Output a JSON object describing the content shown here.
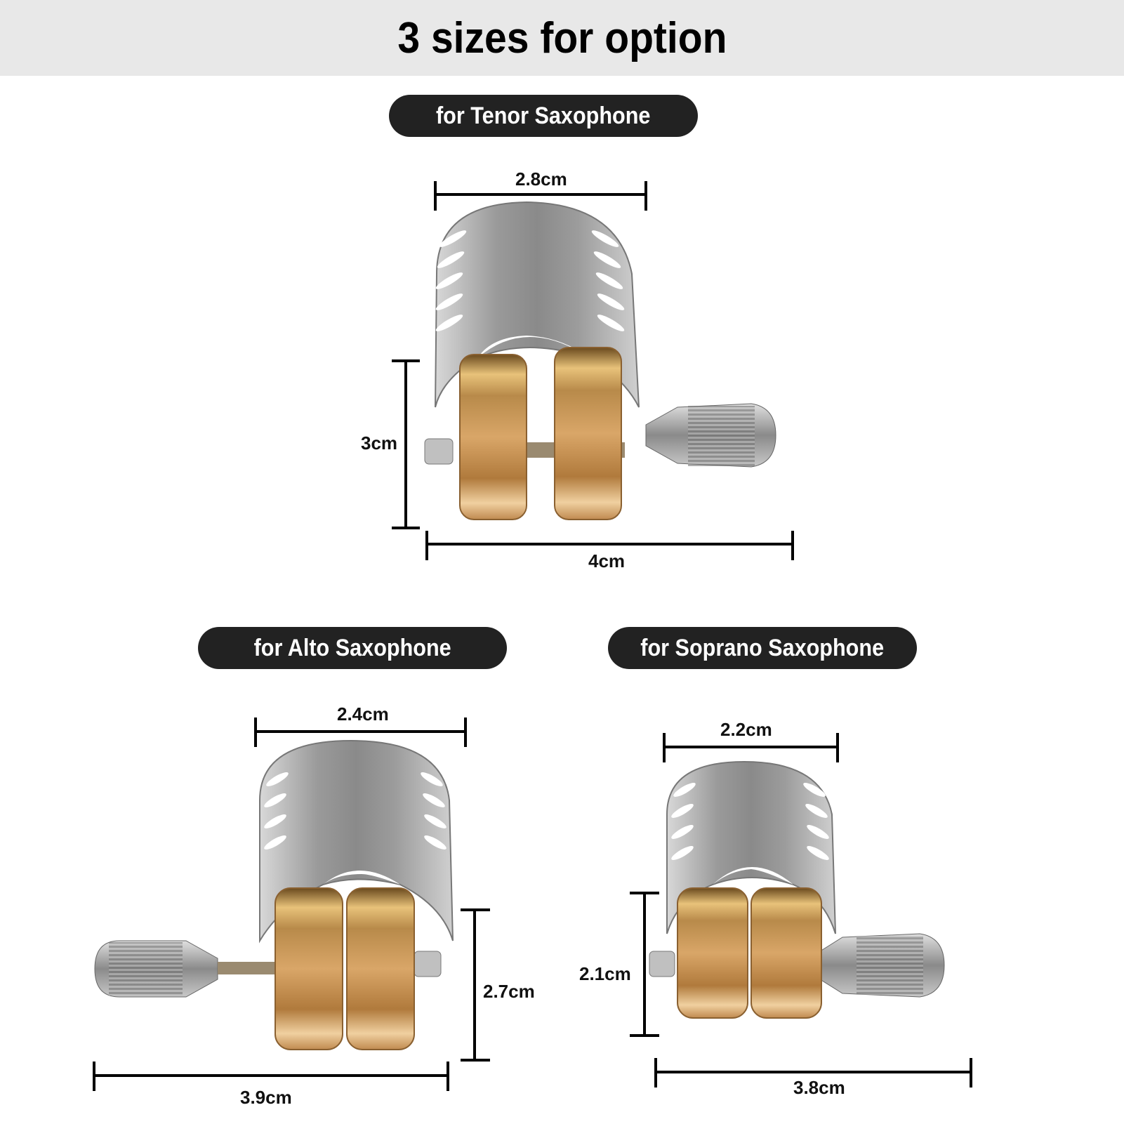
{
  "header": {
    "title": "3 sizes for option"
  },
  "products": [
    {
      "label": "for Tenor Saxophone",
      "dimensions": {
        "top_width": "2.8cm",
        "height": "3cm",
        "total_width": "4cm"
      },
      "screw_side": "right"
    },
    {
      "label": "for Alto Saxophone",
      "dimensions": {
        "top_width": "2.4cm",
        "height": "2.7cm",
        "total_width": "3.9cm"
      },
      "screw_side": "left"
    },
    {
      "label": "for Soprano Saxophone",
      "dimensions": {
        "top_width": "2.2cm",
        "height": "2.1cm",
        "total_width": "3.8cm"
      },
      "screw_side": "right"
    }
  ],
  "colors": {
    "header_bg": "#e8e8e8",
    "pill_bg": "#222222",
    "pill_text": "#ffffff",
    "gold": "#c9975a",
    "silver": "#a8a8a8"
  }
}
